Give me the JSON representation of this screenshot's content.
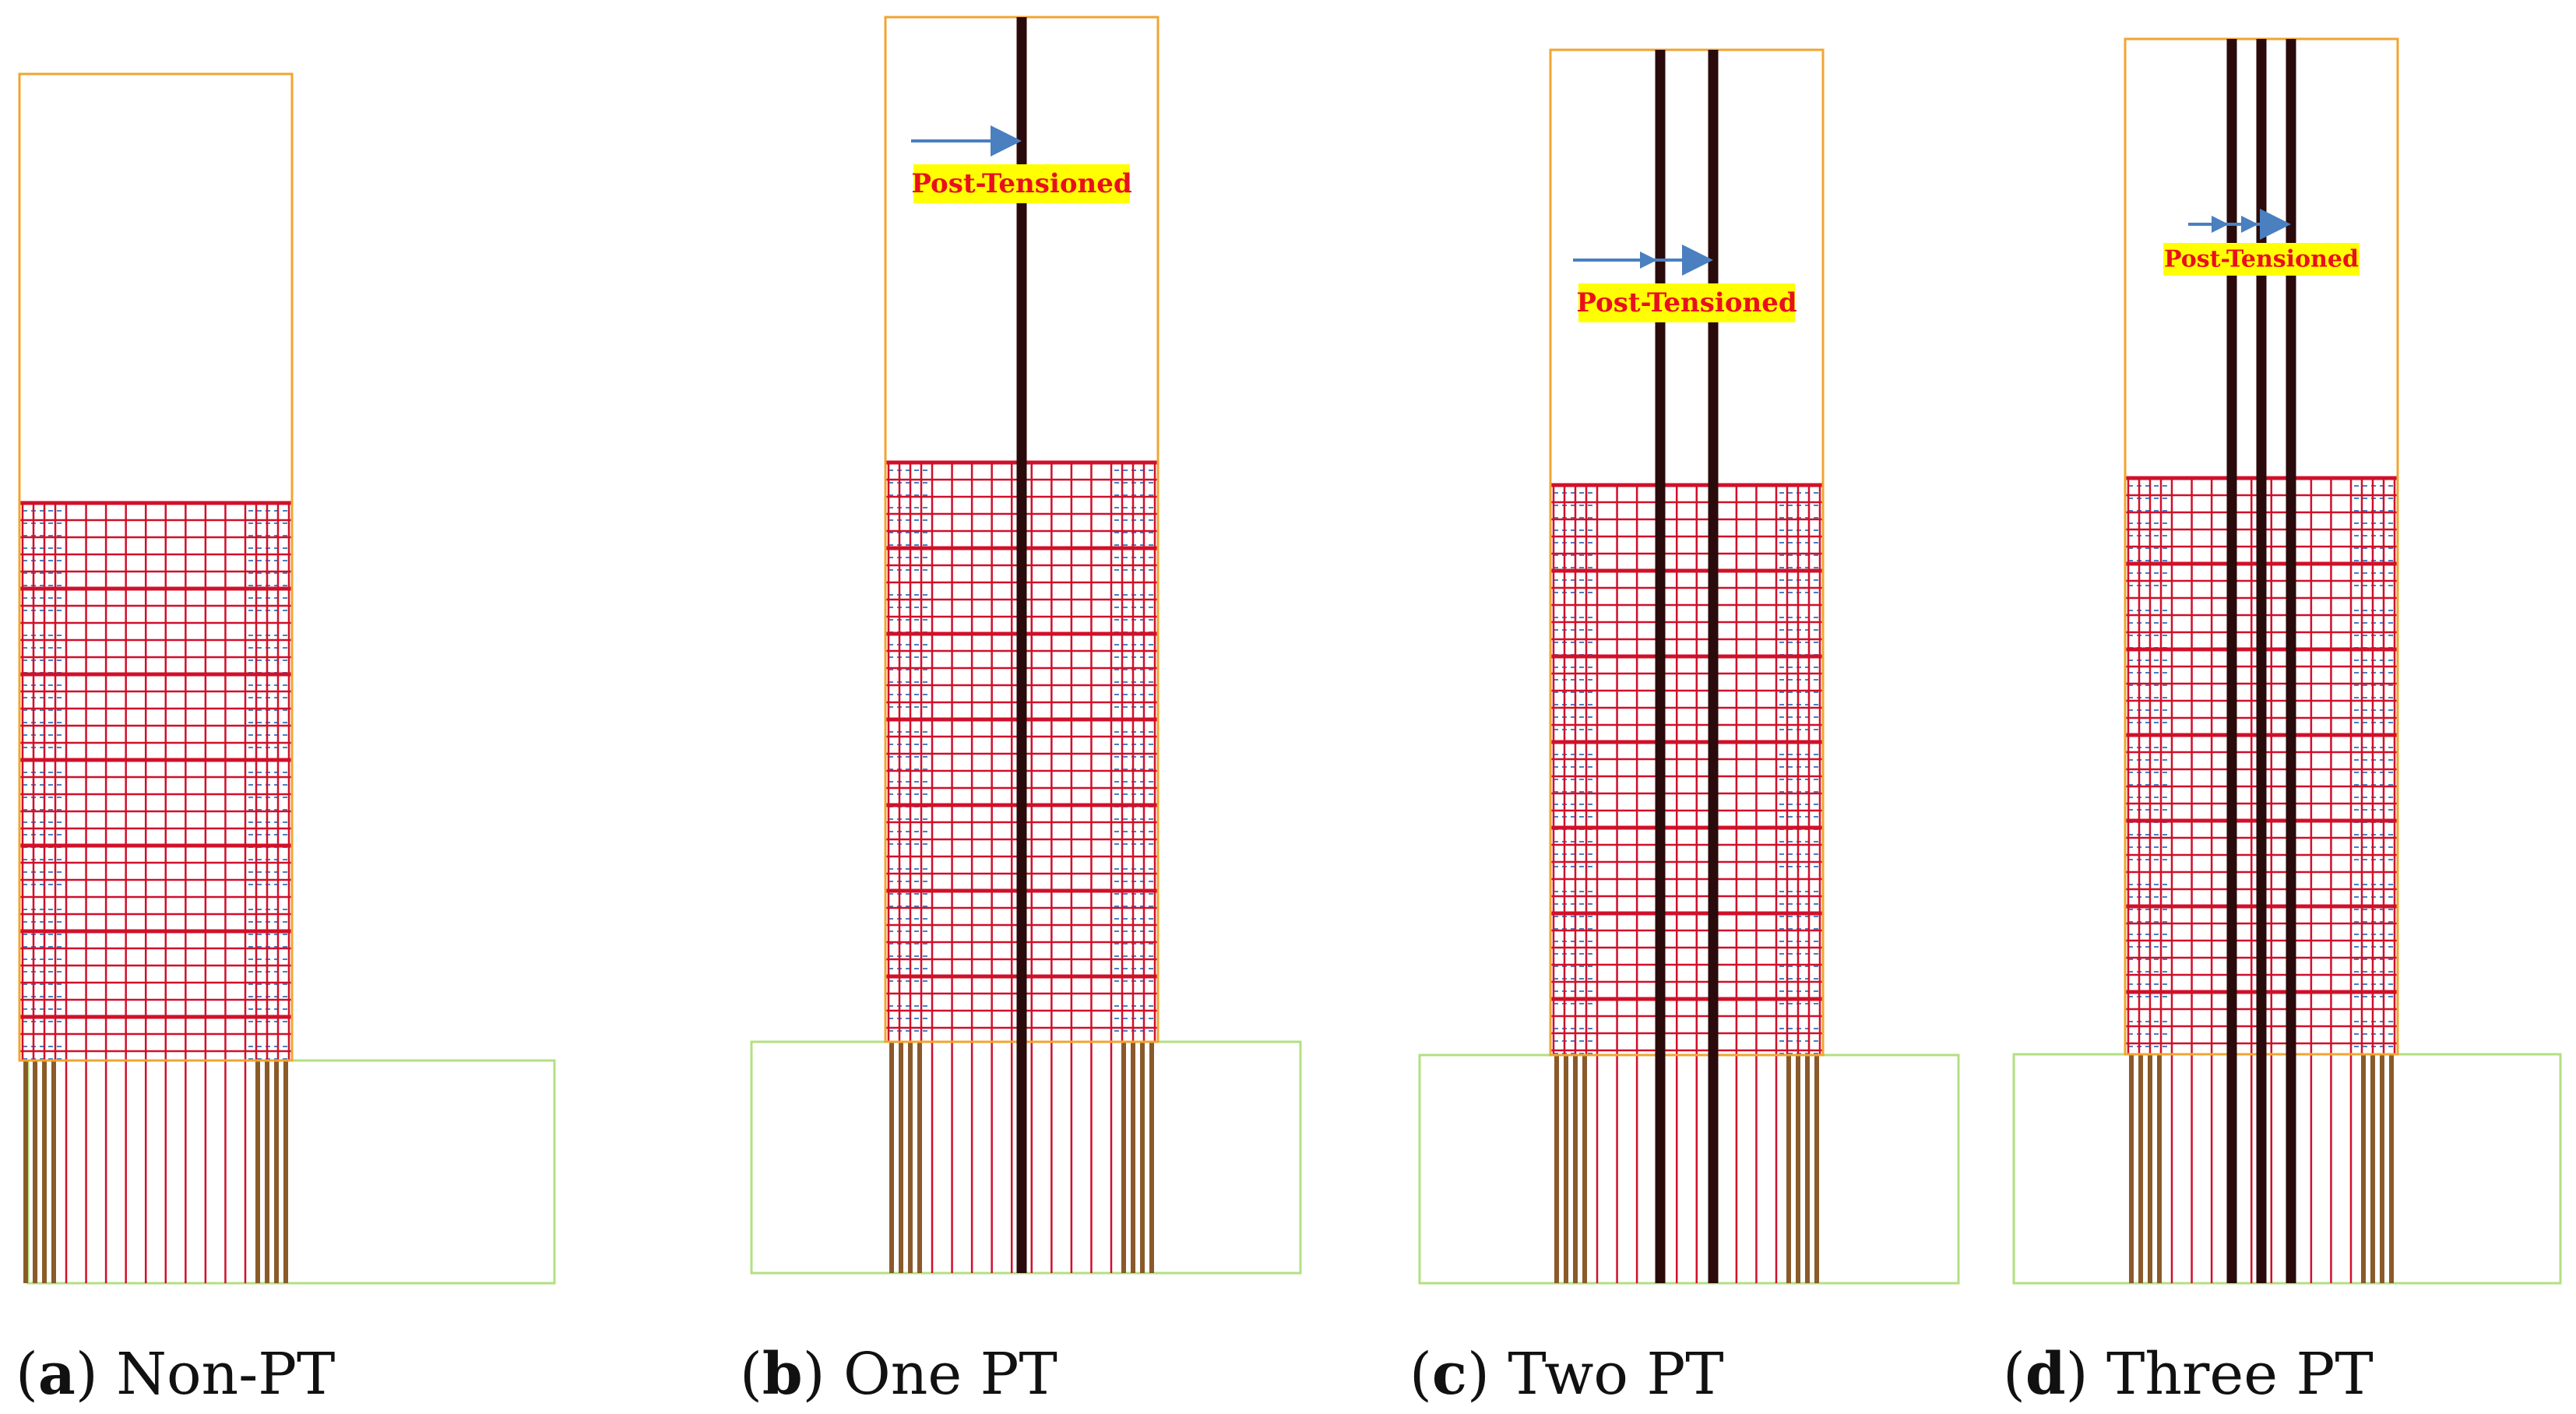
{
  "colors": {
    "column_outline": "#f0a530",
    "footing_outline": "#b2e080",
    "stirrup": "#d0102a",
    "longitudinal_bar": "#8a5a2a",
    "tendon": "#2a0a0a",
    "arrow": "#4a7fc0",
    "label_bg": "#ffff00",
    "label_text": "#e8101e"
  },
  "panels": [
    {
      "letter": "a",
      "title": "Non-PT",
      "tendons": 0,
      "label": ""
    },
    {
      "letter": "b",
      "title": "One PT",
      "tendons": 1,
      "label": "Post-Tensioned"
    },
    {
      "letter": "c",
      "title": "Two PT",
      "tendons": 2,
      "label": "Post-Tensioned"
    },
    {
      "letter": "d",
      "title": "Three PT",
      "tendons": 3,
      "label": "Post-Tensioned"
    }
  ]
}
